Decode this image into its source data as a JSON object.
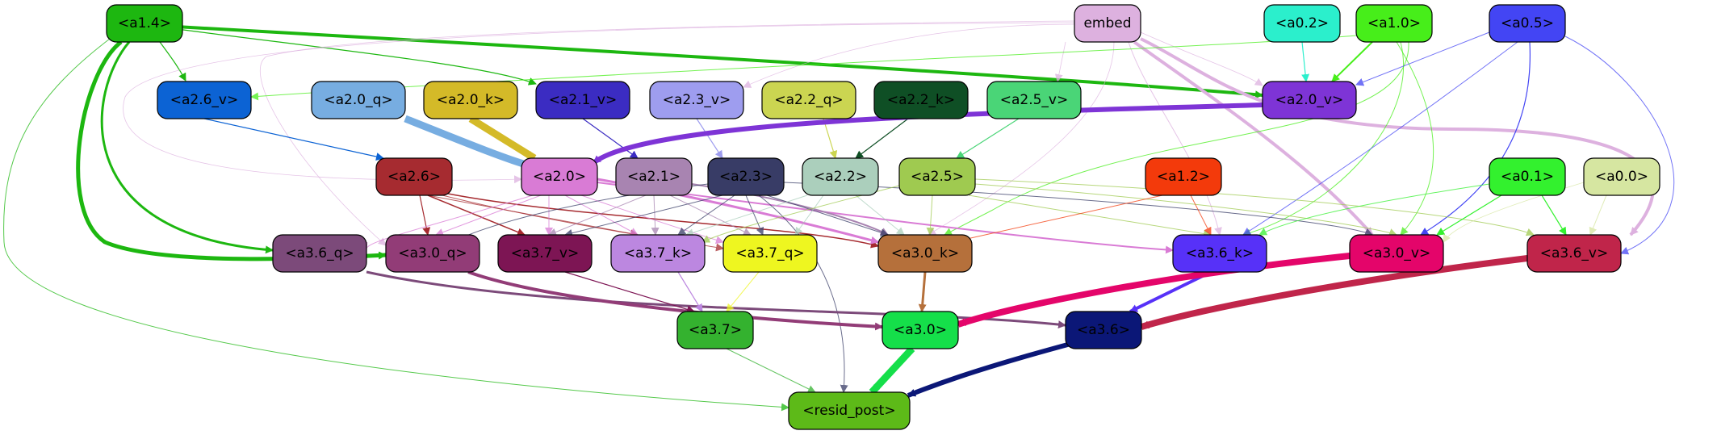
{
  "diagram": {
    "colors": {
      "a1_4": "#1db710",
      "embed": "#ddb1df",
      "a0_2": "#2befcc",
      "a1_0": "#47ee1a",
      "a0_5": "#4345f4",
      "a2_6_v": "#0c63d4",
      "a2_0_q": "#77ade1",
      "a2_0_k": "#d4ba28",
      "a2_1_v": "#3b2cc2",
      "a2_3_v": "#9e9def",
      "a2_2_q": "#cbd551",
      "a2_2_k": "#0f4f25",
      "a2_5_v": "#4ad577",
      "a2_0_v": "#7e34d6",
      "a2_6": "#a62b30",
      "a2_0": "#d97bd5",
      "a2_1": "#a884b1",
      "a2_3": "#383c66",
      "a2_2": "#abcfbc",
      "a2_5": "#9fca50",
      "a1_2": "#f33a0b",
      "a0_1": "#33f12e",
      "a0_0": "#d6e6a1",
      "a3_6_q": "#7c4a7a",
      "a3_0_q": "#923c77",
      "a3_7_v": "#7d1554",
      "a3_7_k": "#bc87e0",
      "a3_7_q": "#eef620",
      "a3_0_k": "#b5703b",
      "a3_6_k": "#5731f8",
      "a3_0_v": "#e4056a",
      "a3_6_v": "#c0254a",
      "a3_7": "#34b22f",
      "a3_0": "#15df4a",
      "a3_6": "#0b1777",
      "resid_post": "#5dba18"
    },
    "nodes": {
      "a1_4": "<a1.4>",
      "embed": "embed",
      "a0_2": "<a0.2>",
      "a1_0": "<a1.0>",
      "a0_5": "<a0.5>",
      "a2_6_v": "<a2.6_v>",
      "a2_0_q": "<a2.0_q>",
      "a2_0_k": "<a2.0_k>",
      "a2_1_v": "<a2.1_v>",
      "a2_3_v": "<a2.3_v>",
      "a2_2_q": "<a2.2_q>",
      "a2_2_k": "<a2.2_k>",
      "a2_5_v": "<a2.5_v>",
      "a2_0_v": "<a2.0_v>",
      "a2_6": "<a2.6>",
      "a2_0": "<a2.0>",
      "a2_1": "<a2.1>",
      "a2_3": "<a2.3>",
      "a2_2": "<a2.2>",
      "a2_5": "<a2.5>",
      "a1_2": "<a1.2>",
      "a0_1": "<a0.1>",
      "a0_0": "<a0.0>",
      "a3_6_q": "<a3.6_q>",
      "a3_0_q": "<a3.0_q>",
      "a3_7_v": "<a3.7_v>",
      "a3_7_k": "<a3.7_k>",
      "a3_7_q": "<a3.7_q>",
      "a3_0_k": "<a3.0_k>",
      "a3_6_k": "<a3.6_k>",
      "a3_0_v": "<a3.0_v>",
      "a3_6_v": "<a3.6_v>",
      "a3_7": "<a3.7>",
      "a3_0": "<a3.0>",
      "a3_6": "<a3.6>",
      "resid_post": "<resid_post>"
    }
  }
}
